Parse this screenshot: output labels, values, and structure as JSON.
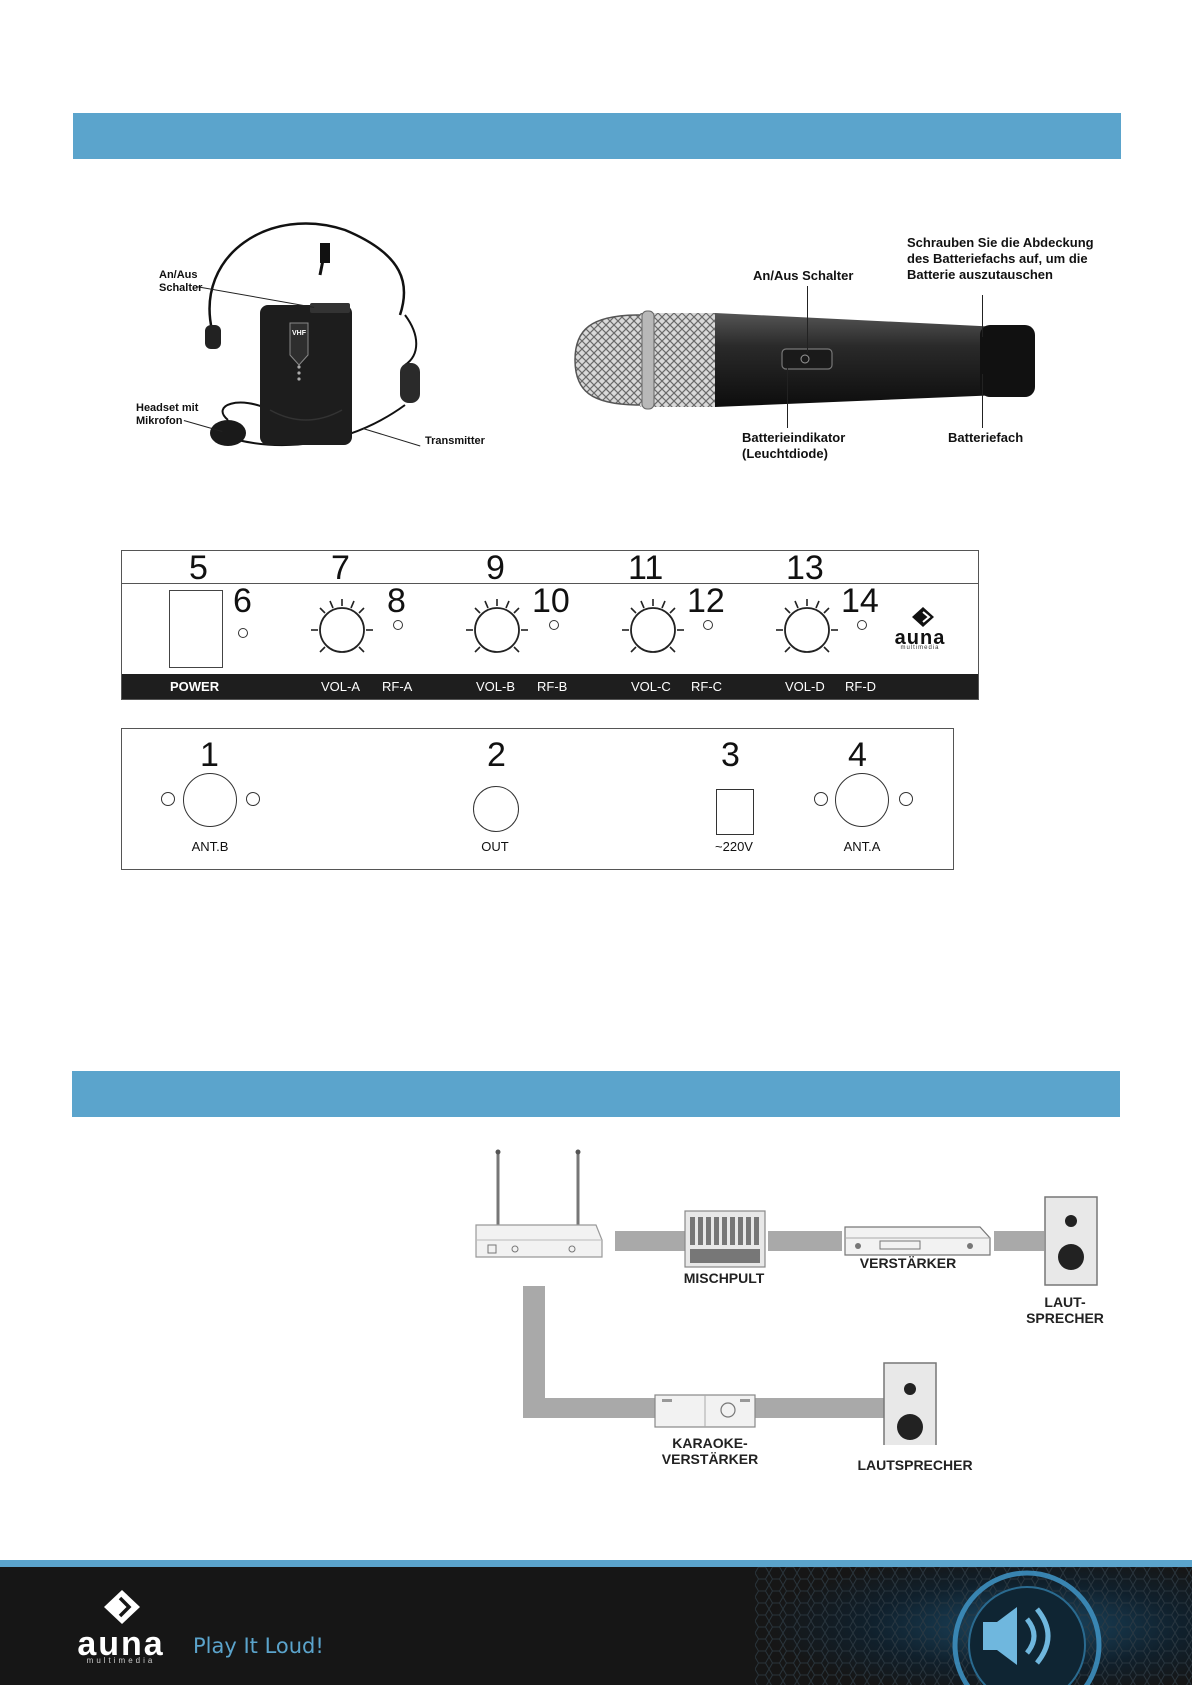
{
  "headset": {
    "switch_label": "An/Aus\nSchalter",
    "headset_label": "Headset mit\nMikrofon",
    "transmitter_label": "Transmitter",
    "vhf_badge": "VHF"
  },
  "handheld": {
    "switch_label": "An/Aus Schalter",
    "cover_label": "Schrauben Sie die Abdeckung\ndes Batteriefachs auf, um die\nBatterie auszutauschen",
    "indicator_label": "Batterieindikator\n(Leuchtdiode)",
    "compartment_label": "Batteriefach"
  },
  "front_panel": {
    "numbers": [
      "5",
      "6",
      "7",
      "8",
      "9",
      "10",
      "11",
      "12",
      "13",
      "14"
    ],
    "labels": [
      "POWER",
      "VOL-A",
      "RF-A",
      "VOL-B",
      "RF-B",
      "VOL-C",
      "RF-C",
      "VOL-D",
      "RF-D"
    ],
    "brand": "auna",
    "brand_sub": "multimedia"
  },
  "rear_panel": {
    "numbers": [
      "1",
      "2",
      "3",
      "4"
    ],
    "labels": [
      "ANT.B",
      "OUT",
      "~220V",
      "ANT.A"
    ]
  },
  "connection_diagram": {
    "mixer": "MISCHPULT",
    "amplifier": "VERSTÄRKER",
    "speaker_top": "LAUT-\nSPRECHER",
    "karaoke": "KARAOKE-\nVERSTÄRKER",
    "speaker_bottom": "LAUTSPRECHER"
  },
  "footer": {
    "brand": "auna",
    "brand_sub": "multimedia",
    "slogan": "Play It Loud!"
  },
  "colors": {
    "section_bar": "#5ba4cc",
    "footer_bg": "#161616",
    "slogan": "#5ba4cc"
  }
}
